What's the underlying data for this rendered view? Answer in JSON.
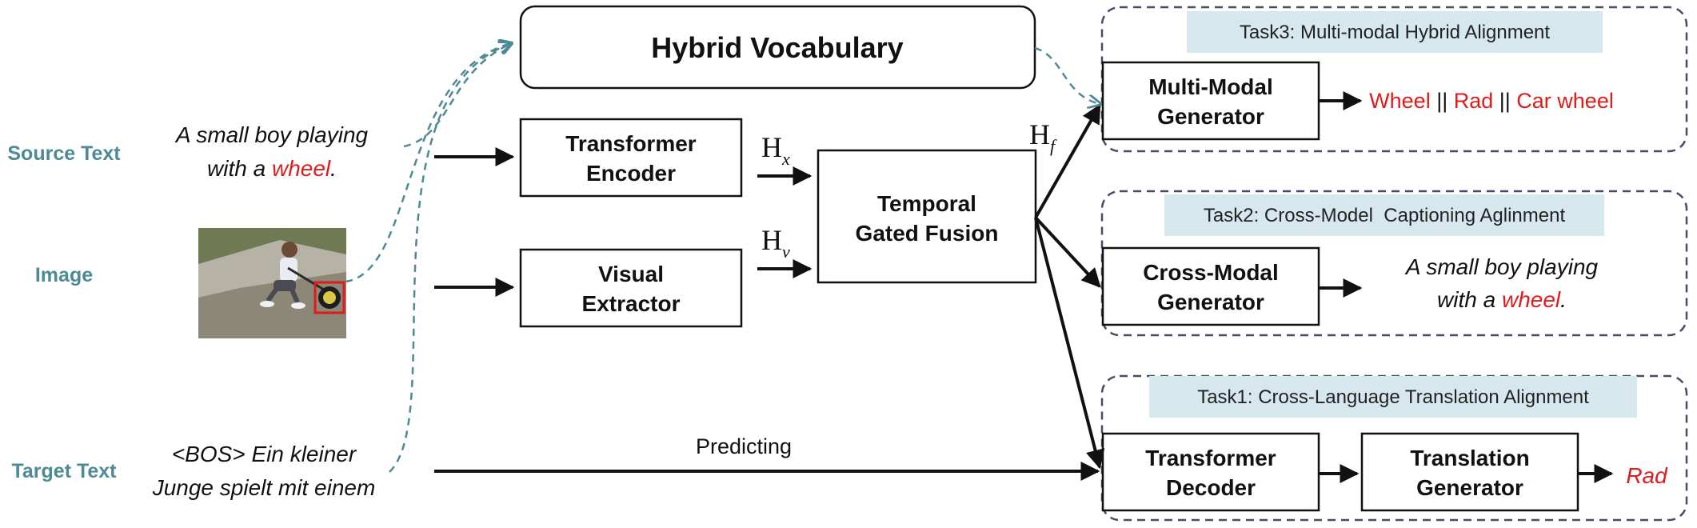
{
  "inputs": {
    "source": {
      "label": "Source Text",
      "line1": "A small boy playing",
      "line2_pre": "with a ",
      "line2_highlight": "wheel",
      "line2_post": "."
    },
    "image": {
      "label": "Image"
    },
    "target": {
      "label": "Target Text",
      "line1": "<BOS> Ein kleiner",
      "line2": "Junge spielt mit einem"
    }
  },
  "modules": {
    "vocab": "Hybrid Vocabulary",
    "encoder": {
      "line1": "Transformer",
      "line2": "Encoder"
    },
    "visual": {
      "line1": "Visual",
      "line2": "Extractor"
    },
    "fusion": {
      "line1": "Temporal",
      "line2": "Gated Fusion"
    },
    "decoder": {
      "line1": "Transformer",
      "line2": "Decoder"
    },
    "translation": {
      "line1": "Translation",
      "line2": "Generator"
    }
  },
  "symbols": {
    "hx": {
      "base": "H",
      "sub": "x"
    },
    "hv": {
      "base": "H",
      "sub": "v"
    },
    "hf": {
      "base": "H",
      "sub": "f"
    }
  },
  "predicting": "Predicting",
  "tasks": {
    "task3": {
      "title": "Task3: Multi-modal Hybrid Alignment",
      "gen_line1": "Multi-Modal",
      "gen_line2": "Generator",
      "out1": "Wheel",
      "sep1": " || ",
      "out2": "Rad",
      "sep2": " || ",
      "out3": "Car wheel"
    },
    "task2": {
      "title": "Task2: Cross-Model  Captioning Aglinment",
      "gen_line1": "Cross-Modal",
      "gen_line2": "Generator",
      "out_line1": "A small boy playing",
      "out_line2_pre": "with a ",
      "out_line2_highlight": "wheel",
      "out_line2_post": "."
    },
    "task1": {
      "title": "Task1: Cross-Language Translation Alignment",
      "out": "Rad"
    }
  },
  "colors": {
    "teal": "#4d8a95",
    "red": "#e01b1b",
    "task_title_bg": "#d6e8ee",
    "box_stroke": "#111111",
    "task_border": "#4a4a66"
  }
}
